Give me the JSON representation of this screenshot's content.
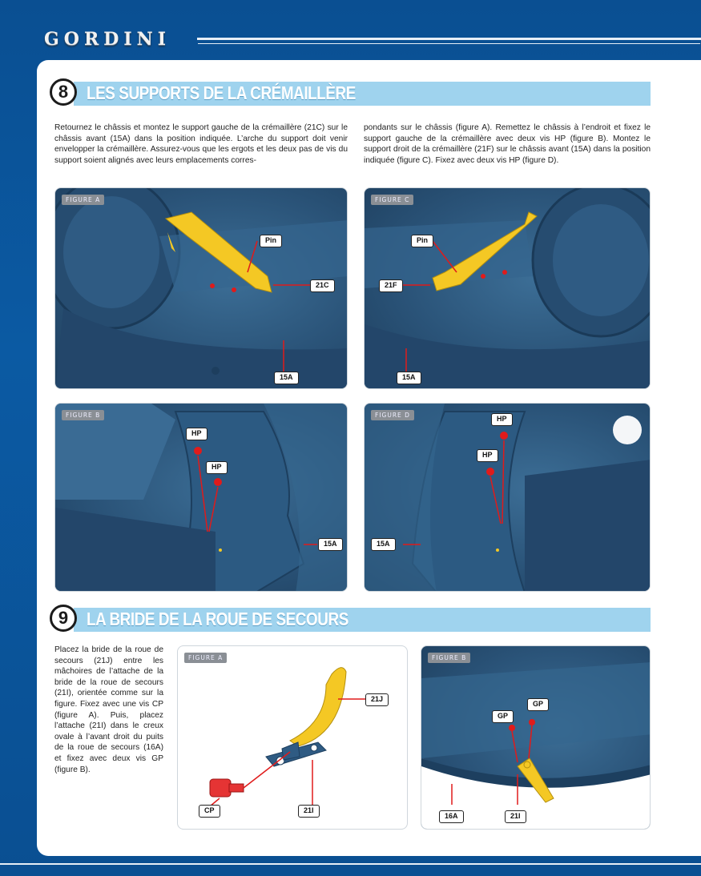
{
  "brand": {
    "name": "GORDINI"
  },
  "steps": [
    {
      "number": "8",
      "title": "LES SUPPORTS DE LA CRÉMAILLÈRE",
      "text_col1": "Retournez le châssis et montez le support gauche de la crémaillère (21C) sur le châssis avant (15A) dans la position indiquée. L’arche du support doit venir envelopper la crémaillère. Assurez-vous que les ergots et les deux pas de vis du support soient alignés avec leurs emplacements corres-",
      "text_col2": "pondants sur le châssis (figure A). Remettez le châssis à l’endroit et fixez le support gauche de la crémaillère avec deux vis HP (figure B). Montez le support droit de la crémaillère (21F) sur le châssis avant (15A) dans la position indiquée (figure C). Fixez avec deux vis HP (figure D).",
      "figures": [
        {
          "label": "FIGURE A",
          "callouts": [
            "Pin",
            "21C",
            "15A"
          ]
        },
        {
          "label": "FIGURE C",
          "callouts": [
            "Pin",
            "21F",
            "15A"
          ]
        },
        {
          "label": "FIGURE B",
          "callouts": [
            "HP",
            "HP",
            "15A"
          ]
        },
        {
          "label": "FIGURE D",
          "callouts": [
            "HP",
            "HP",
            "15A"
          ]
        }
      ]
    },
    {
      "number": "9",
      "title": "LA BRIDE DE LA ROUE DE SECOURS",
      "text": "Placez la bride de la roue de secours (21J) entre les mâchoires de l’attache de la bride de la roue de secours (21I), orientée comme sur la figure. Fixez avec une vis CP (figure A). Puis, placez l’attache (21I) dans le creux ovale à l’avant droit du puits de la roue de secours (16A) et fixez avec deux vis GP (figure B).",
      "figures": [
        {
          "label": "FIGURE A",
          "callouts": [
            "21J",
            "CP",
            "21I"
          ]
        },
        {
          "label": "FIGURE B",
          "callouts": [
            "GP",
            "GP",
            "16A",
            "21I"
          ]
        }
      ]
    }
  ],
  "colors": {
    "accent_bar": "#9fd3ee",
    "part_yellow": "#f4c824",
    "chassis_blue": "#2e5a80",
    "arrow_red": "#e01b1b",
    "page_blue": "#0b5aa3"
  }
}
